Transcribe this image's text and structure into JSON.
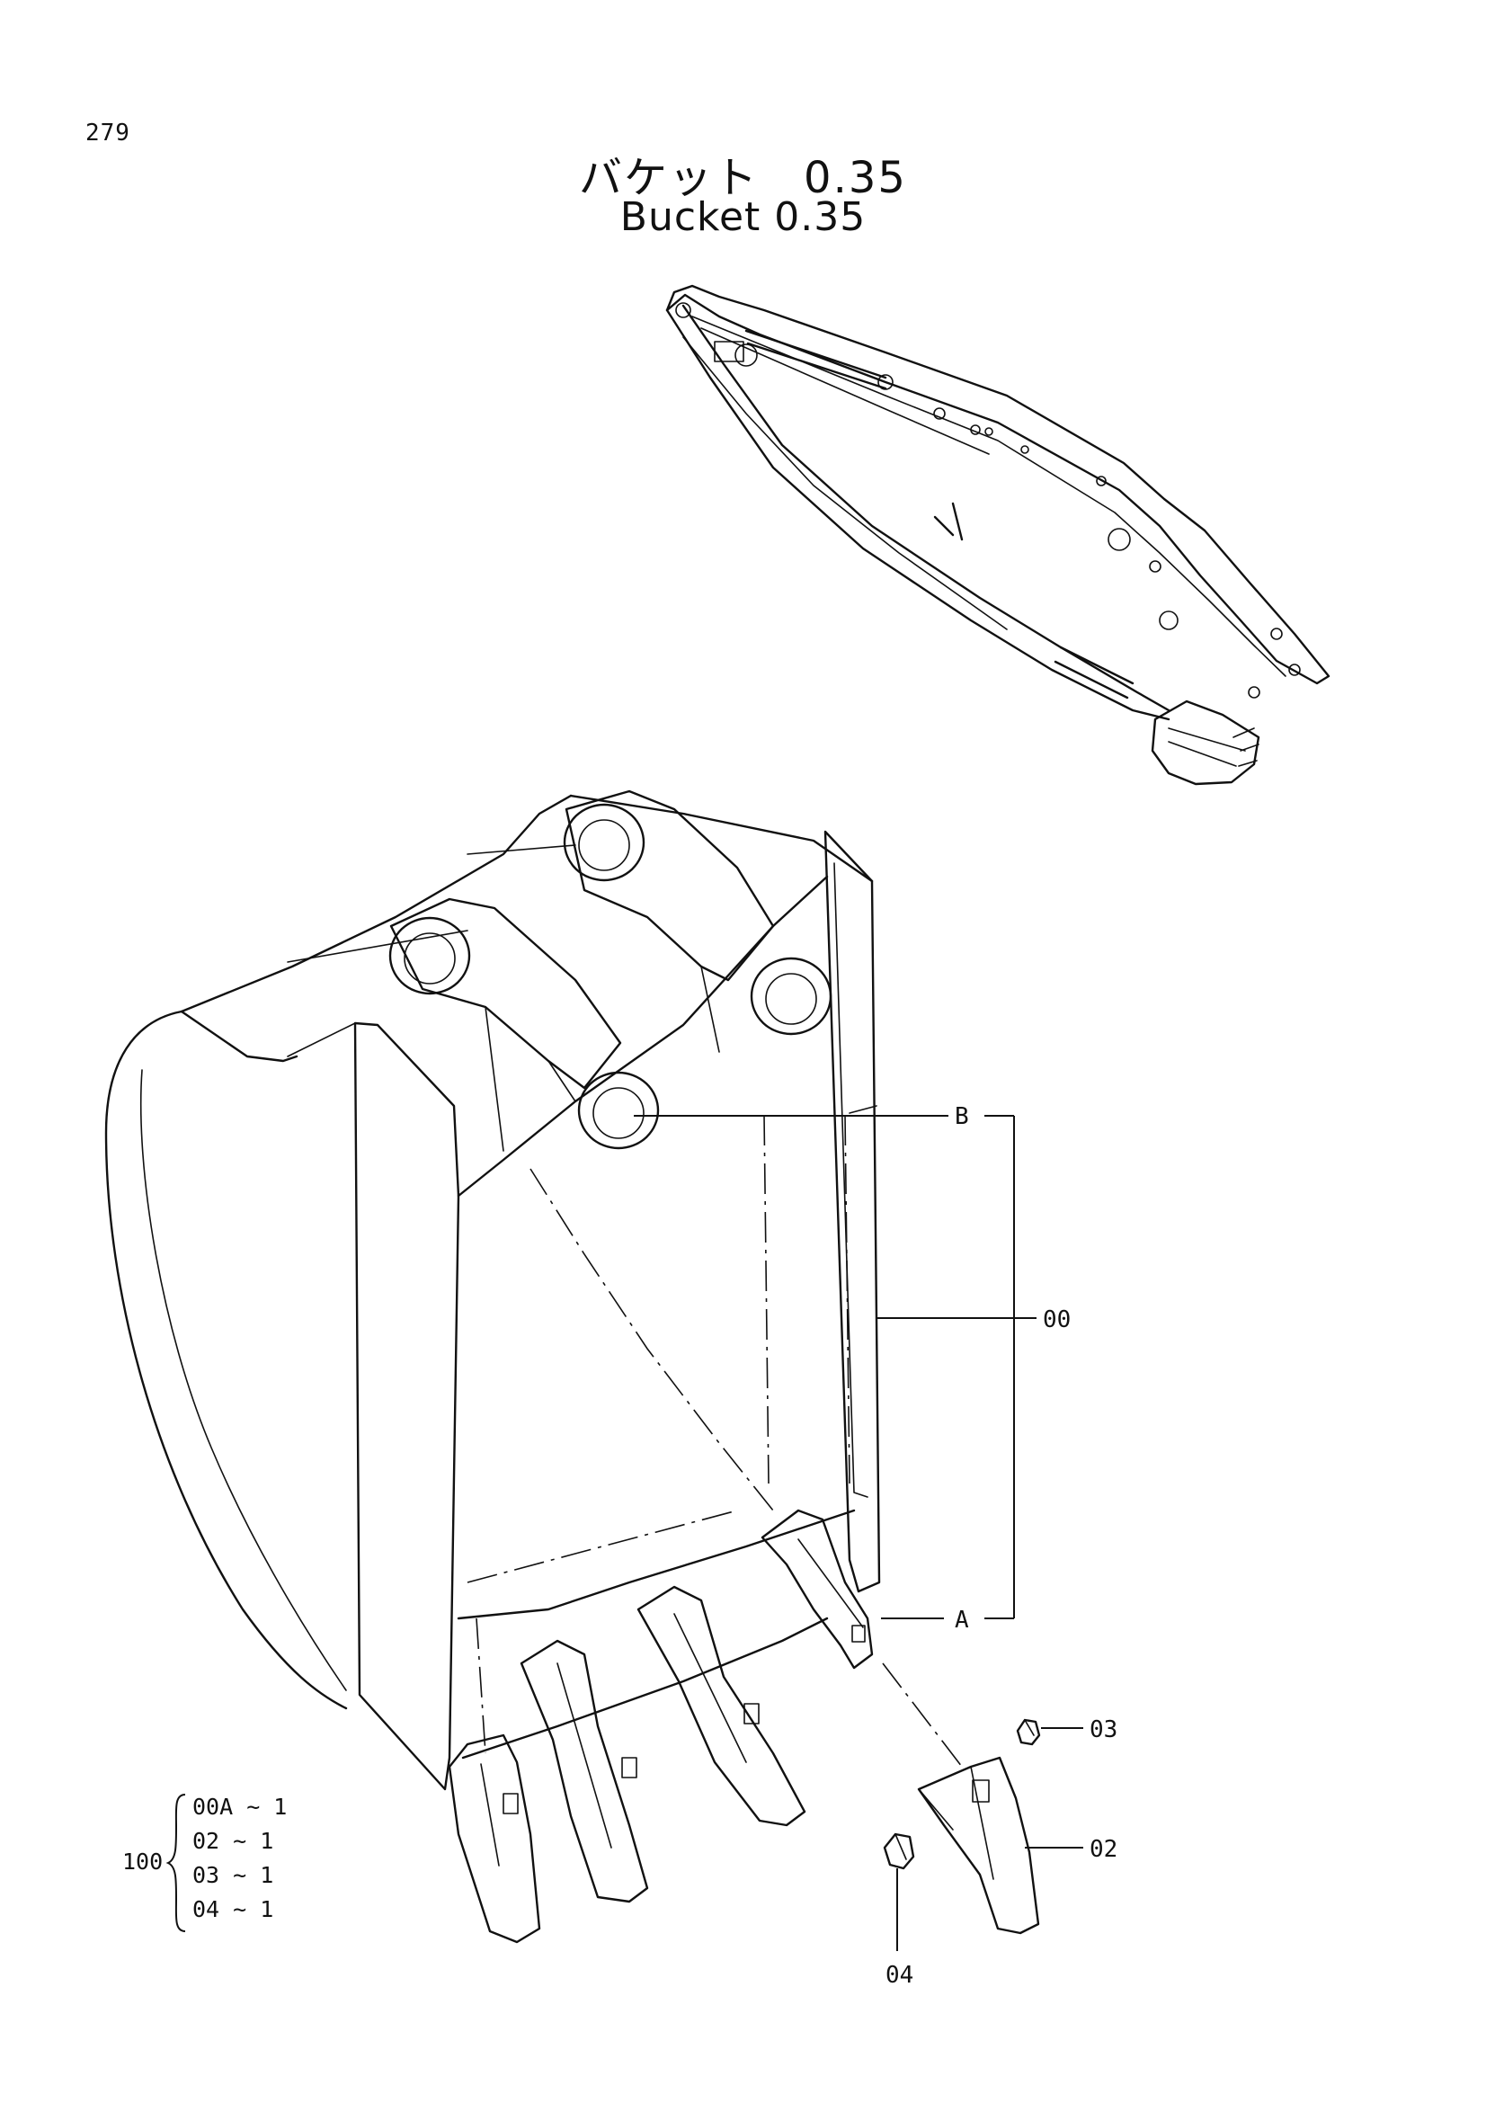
{
  "page": {
    "number": "279",
    "title_jp": "バケット　0.35",
    "title_en": "Bucket 0.35"
  },
  "callouts": {
    "b": "B",
    "a": "A",
    "p00": "00",
    "p03": "03",
    "p02": "02",
    "p04": "04"
  },
  "kit": {
    "number": "100",
    "items": [
      "00A ~ 1",
      "02  ~ 1",
      "03  ~ 1",
      "04  ~ 1"
    ]
  }
}
